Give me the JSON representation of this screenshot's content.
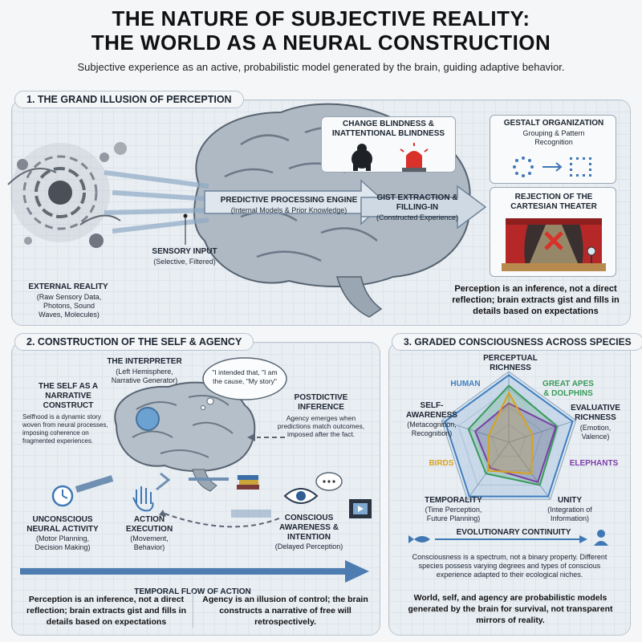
{
  "header": {
    "title_line1": "THE NATURE OF SUBJECTIVE REALITY:",
    "title_line2": "THE WORLD AS A NEURAL CONSTRUCTION",
    "subtitle": "Subjective experience as an active, probabilistic model generated by the brain, guiding adaptive behavior."
  },
  "section1": {
    "tab": "1. THE GRAND ILLUSION OF PERCEPTION",
    "change_blindness_title": "CHANGE BLINDNESS & INATTENTIONAL BLINDNESS",
    "gestalt_title": "GESTALT ORGANIZATION",
    "gestalt_sub": "Grouping & Pattern Recognition",
    "predictive_title": "PREDICTIVE PROCESSING ENGINE",
    "predictive_sub": "(Internal Models & Prior Knowledge)",
    "gist_title": "GIST EXTRACTION & FILLING-IN",
    "gist_sub": "(Constructed Experience)",
    "cartesian_title": "REJECTION OF THE CARTESIAN THEATER",
    "sensory_title": "SENSORY INPUT",
    "sensory_sub": "(Selective, Filtered)",
    "external_title": "EXTERNAL REALITY",
    "external_sub": "(Raw Sensory Data, Photons, Sound Waves, Molecules)",
    "summary": "Perception is an inference, not a direct reflection; brain extracts gist and fills in details based on expectations"
  },
  "section2": {
    "tab": "2. CONSTRUCTION OF THE SELF & AGENCY",
    "interpreter_title": "THE INTERPRETER",
    "interpreter_sub": "(Left Hemisphere, Narrative Generator)",
    "speech": "\"I intended that, \"I am the cause, \"My story\"",
    "self_title": "THE SELF AS A NARRATIVE CONSTRUCT",
    "self_desc": "Selfhood is a dynamic story woven from neural processes, imposing coherence on fragmented experiences.",
    "postdictive_title": "POSTDICTIVE INFERENCE",
    "postdictive_desc": "Agency emerges when predictions match outcomes, imposed after the fact.",
    "unconscious_title": "UNCONSCIOUS NEURAL ACTIVITY",
    "unconscious_sub": "(Motor Planning, Decision Making)",
    "action_title": "ACTION EXECUTION",
    "action_sub": "(Movement, Behavior)",
    "conscious_title": "CONSCIOUS AWARENESS & INTENTION",
    "conscious_sub": "(Delayed Perception)",
    "temporal_flow": "TEMPORAL FLOW OF ACTION",
    "summary_left": "Perception is an inference, not a direct reflection; brain extracts gist and fills in details based on expectations",
    "summary_right": "Agency is an illusion of control; the brain constructs a narrative of free will retrospectively."
  },
  "section3": {
    "tab": "3. GRADED CONSCIOUSNESS ACROSS SPECIES",
    "evolution_label": "EVOLUTIONARY CONTINUITY",
    "spectrum_text": "Consciousness is a spectrum, not a binary property. Different species possess varying degrees and types of conscious experience adapted to their ecological niches.",
    "summary": "World, self, and agency are probabilistic models generated by the brain for survival, not transparent mirrors of reality."
  },
  "chart_data": {
    "type": "radar",
    "axes": [
      {
        "name": "PERCEPTUAL RICHNESS",
        "sub": ""
      },
      {
        "name": "EVALUATIVE RICHNESS",
        "sub": "(Emotion, Valence)"
      },
      {
        "name": "UNITY",
        "sub": "(Integration of Information)"
      },
      {
        "name": "TEMPORALITY",
        "sub": "(Time Perception, Future Planning)"
      },
      {
        "name": "SELF-AWARENESS",
        "sub": "(Metacognition, Recognition)"
      }
    ],
    "range": [
      0,
      1
    ],
    "series": [
      {
        "name": "HUMAN",
        "color": "#3f7fbf",
        "values": [
          0.95,
          0.95,
          0.95,
          0.95,
          0.95
        ]
      },
      {
        "name": "GREAT APES & DOLPHINS",
        "color": "#3a9a5b",
        "values": [
          0.8,
          0.72,
          0.75,
          0.55,
          0.6
        ]
      },
      {
        "name": "ELEPHANTS",
        "color": "#7b3fa6",
        "values": [
          0.55,
          0.7,
          0.7,
          0.45,
          0.5
        ]
      },
      {
        "name": "BIRDS",
        "color": "#d9a21e",
        "values": [
          0.7,
          0.35,
          0.55,
          0.5,
          0.3
        ]
      }
    ]
  },
  "icons": {
    "gorilla": "gorilla-icon",
    "alarm": "alarm-light-icon",
    "clock": "clock-icon",
    "hand": "hand-icon",
    "books": "books-icon",
    "eye": "eye-icon",
    "film": "film-icon",
    "fish": "fish-icon",
    "person": "person-icon"
  },
  "colors": {
    "accent_blue": "#3f78b5",
    "alarm_red": "#d8322a",
    "panel_bg": "#e9eef3"
  }
}
